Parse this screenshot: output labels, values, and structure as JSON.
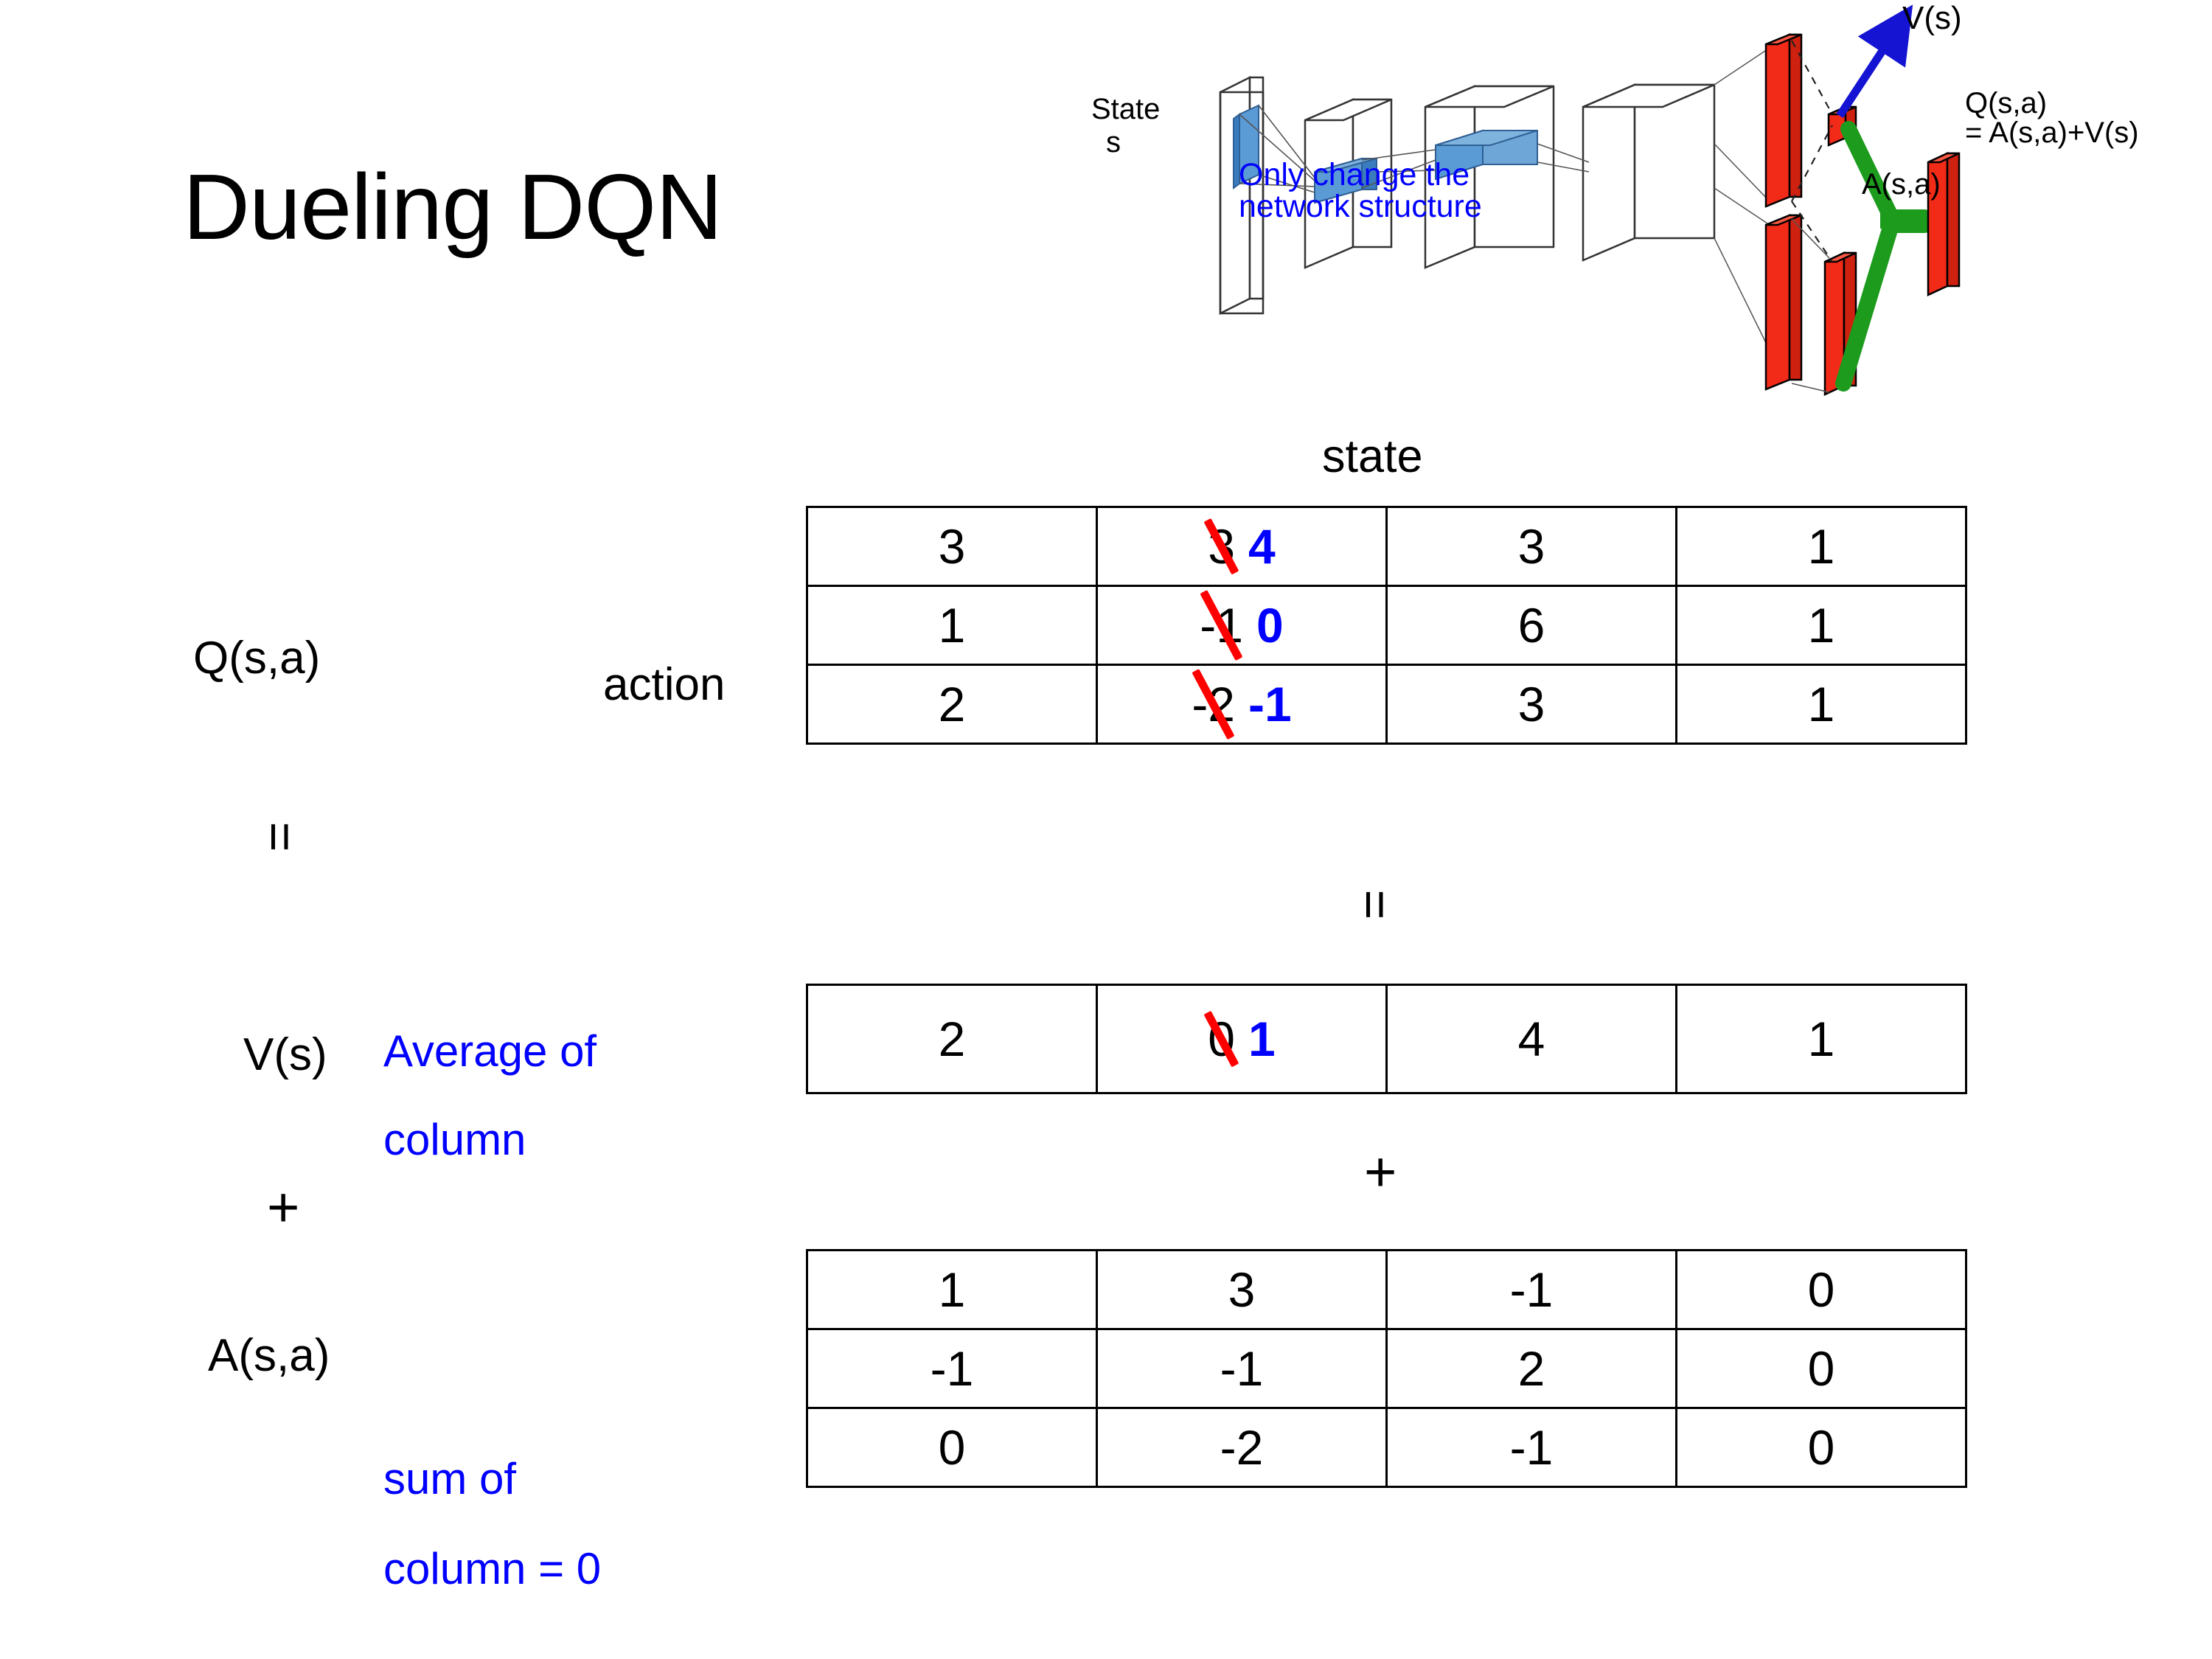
{
  "slide": {
    "title": "Dueling DQN"
  },
  "diagram": {
    "state_label_line1": "State",
    "state_label_line2": "s",
    "note_line1": "Only change the",
    "note_line2": "network structure",
    "value_output_label": "V(s)",
    "advantage_output_label": "A(s,a)",
    "q_output_label_line1": "Q(s,a)",
    "q_output_label_line2": "= A(s,a)+V(s)",
    "colors": {
      "note_blue": "#0000ff",
      "arrow_blue": "#1414d2",
      "bar_red": "#f22b18",
      "merge_green": "#1d9b1d",
      "input_blue": "#5b9bd5"
    }
  },
  "labels": {
    "q_label": "Q(s,a)",
    "v_label": "V(s)",
    "a_label": "A(s,a)",
    "action_axis": "action",
    "state_axis": "state",
    "equals_top": "=",
    "equals_mid": "=",
    "plus_left": "+",
    "plus_mid": "+",
    "note_average_line1": "Average of",
    "note_average_line2": "column",
    "note_sum_line1": "sum of",
    "note_sum_line2": "column = 0",
    "colors": {
      "note_blue": "#0000ff",
      "strike_red": "#ff0000",
      "new_value_blue": "#0000ff"
    }
  },
  "chart_data": {
    "type": "table",
    "title": "Dueling DQN decomposition  Q(s,a) = V(s) + A(s,a)",
    "xlabel": "state",
    "ylabel": "action",
    "tables": [
      {
        "name": "Q(s,a)",
        "rows": [
          [
            {
              "value": "3"
            },
            {
              "value": "3",
              "struck": true,
              "replacement": "4"
            },
            {
              "value": "3"
            },
            {
              "value": "1"
            }
          ],
          [
            {
              "value": "1"
            },
            {
              "value": "-1",
              "struck": true,
              "replacement": "0"
            },
            {
              "value": "6"
            },
            {
              "value": "1"
            }
          ],
          [
            {
              "value": "2"
            },
            {
              "value": "-2",
              "struck": true,
              "replacement": "-1"
            },
            {
              "value": "3"
            },
            {
              "value": "1"
            }
          ]
        ]
      },
      {
        "name": "V(s)",
        "rows": [
          [
            {
              "value": "2"
            },
            {
              "value": "0",
              "struck": true,
              "replacement": "1"
            },
            {
              "value": "4"
            },
            {
              "value": "1"
            }
          ]
        ]
      },
      {
        "name": "A(s,a)",
        "rows": [
          [
            {
              "value": "1"
            },
            {
              "value": "3"
            },
            {
              "value": "-1"
            },
            {
              "value": "0"
            }
          ],
          [
            {
              "value": "-1"
            },
            {
              "value": "-1"
            },
            {
              "value": "2"
            },
            {
              "value": "0"
            }
          ],
          [
            {
              "value": "0"
            },
            {
              "value": "-2"
            },
            {
              "value": "-1"
            },
            {
              "value": "0"
            }
          ]
        ]
      }
    ]
  }
}
